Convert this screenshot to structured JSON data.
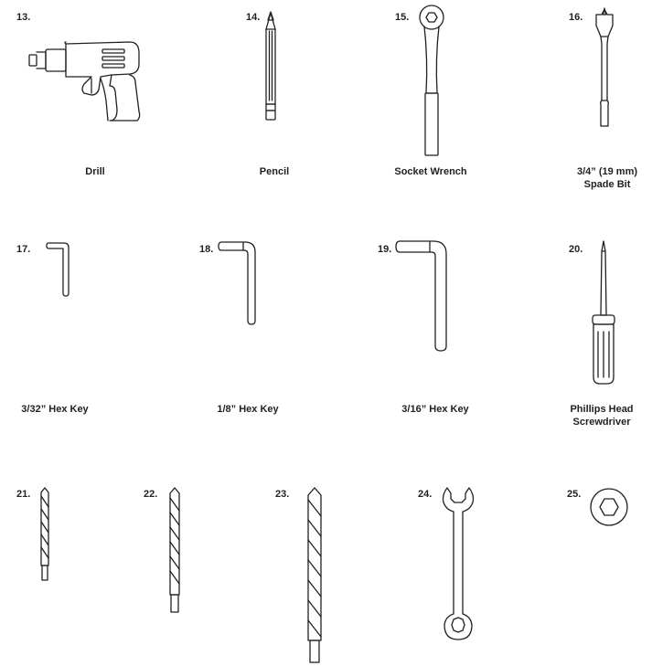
{
  "items": [
    {
      "num": "13.",
      "label": "Drill",
      "icon": "drill-icon"
    },
    {
      "num": "14.",
      "label": "Pencil",
      "icon": "pencil-icon"
    },
    {
      "num": "15.",
      "label": "Socket Wrench",
      "icon": "socket-wrench-icon"
    },
    {
      "num": "16.",
      "label": "3/4” (19 mm)\nSpade Bit",
      "icon": "spade-bit-icon"
    },
    {
      "num": "17.",
      "label": "3/32” Hex Key",
      "icon": "hex-key-small-icon"
    },
    {
      "num": "18.",
      "label": "1/8” Hex Key",
      "icon": "hex-key-medium-icon"
    },
    {
      "num": "19.",
      "label": "3/16” Hex Key",
      "icon": "hex-key-large-icon"
    },
    {
      "num": "20.",
      "label": "Phillips Head\nScrewdriver",
      "icon": "screwdriver-icon"
    },
    {
      "num": "21.",
      "label": "",
      "icon": "drill-bit-small-icon"
    },
    {
      "num": "22.",
      "label": "",
      "icon": "drill-bit-medium-icon"
    },
    {
      "num": "23.",
      "label": "",
      "icon": "drill-bit-large-icon"
    },
    {
      "num": "24.",
      "label": "",
      "icon": "combination-wrench-icon"
    },
    {
      "num": "25.",
      "label": "",
      "icon": "hex-nut-icon"
    }
  ]
}
